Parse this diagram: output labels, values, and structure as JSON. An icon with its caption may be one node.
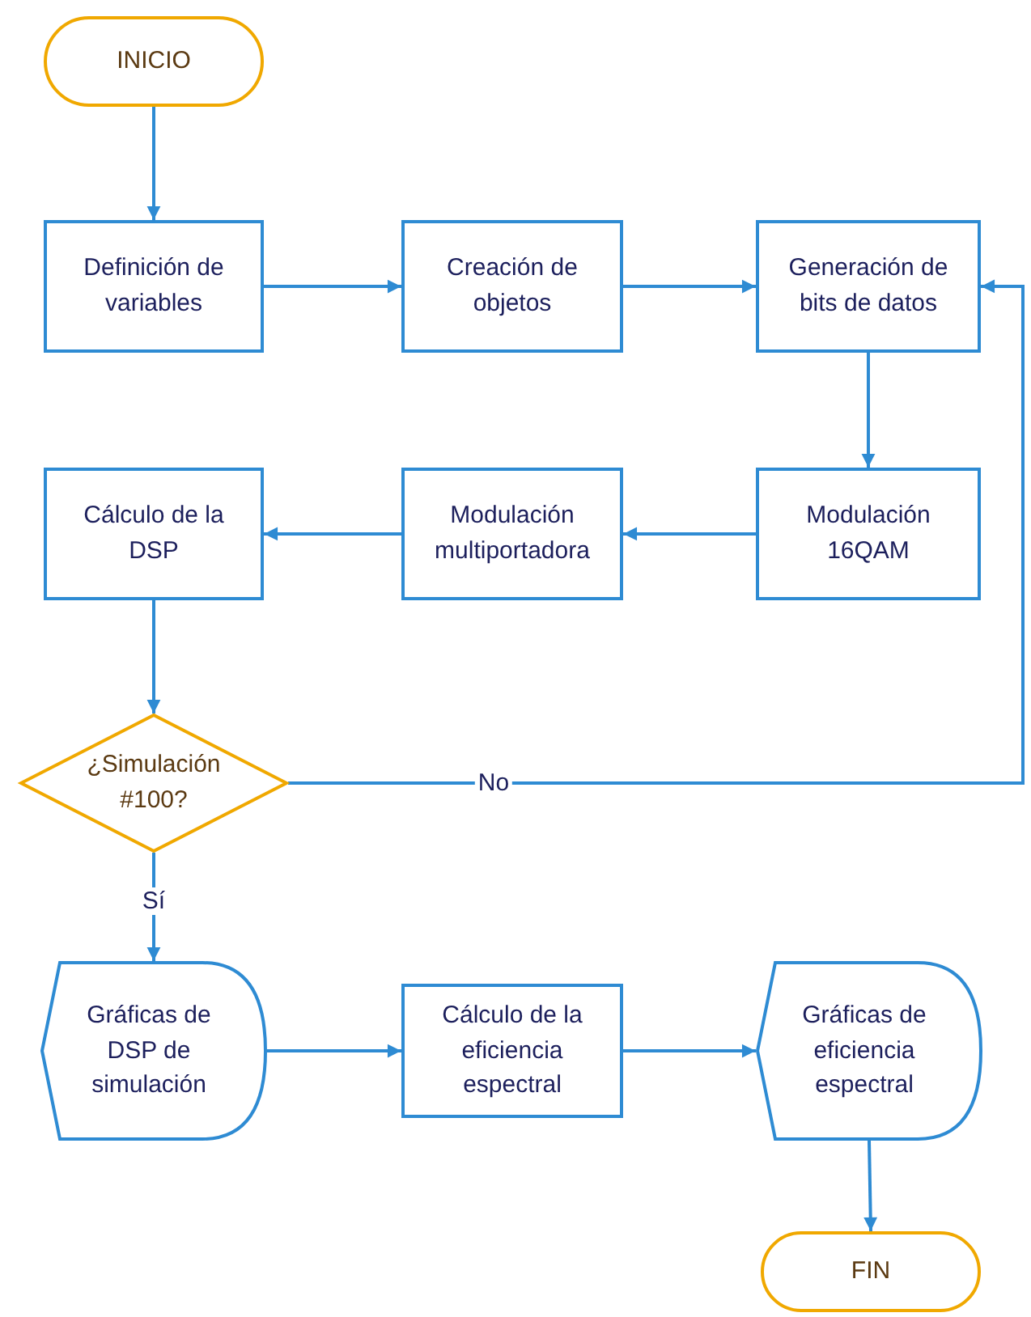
{
  "diagram": {
    "nodes": [
      {
        "text": [
          "INICIO"
        ]
      },
      {
        "text": [
          "Definición de variables"
        ]
      },
      {
        "text": [
          "Creación de objetos"
        ]
      },
      {
        "text": [
          "Generación de bits de datos"
        ]
      },
      {
        "text": [
          "Modulación 16QAM"
        ]
      },
      {
        "text": [
          "Modulación multiportadora"
        ]
      },
      {
        "text": [
          "Cálculo de la DSP"
        ]
      },
      {
        "text": [
          "¿Simulación #100?"
        ]
      },
      {
        "text": [
          "Gráficas de DSP de simulación"
        ]
      },
      {
        "text": [
          "Cálculo de la eficiencia espectral"
        ]
      },
      {
        "text": [
          "Gráficas de eficiencia espectral"
        ]
      },
      {
        "text": [
          "FIN"
        ]
      }
    ],
    "edges": [
      {
        "from": 0,
        "to": 1,
        "arrow": "to"
      },
      {
        "from": 1,
        "to": 2,
        "arrow": "to"
      },
      {
        "from": 2,
        "to": 3,
        "arrow": "to"
      },
      {
        "from": 3,
        "to": 4,
        "arrow": "to"
      },
      {
        "from": 4,
        "to": 5,
        "arrow": "to"
      },
      {
        "from": 5,
        "to": 6,
        "arrow": "to"
      },
      {
        "from": 6,
        "to": 7,
        "arrow": "to"
      },
      {
        "from": 7,
        "to": 8,
        "arrow": "to",
        "label": "Sí"
      },
      {
        "from": 8,
        "to": 9,
        "arrow": "to"
      },
      {
        "from": 9,
        "to": 10,
        "arrow": "to"
      },
      {
        "from": 10,
        "to": 11,
        "arrow": "to"
      },
      {
        "from": 7,
        "to": 3,
        "arrow": "to",
        "label": "No"
      }
    ]
  }
}
